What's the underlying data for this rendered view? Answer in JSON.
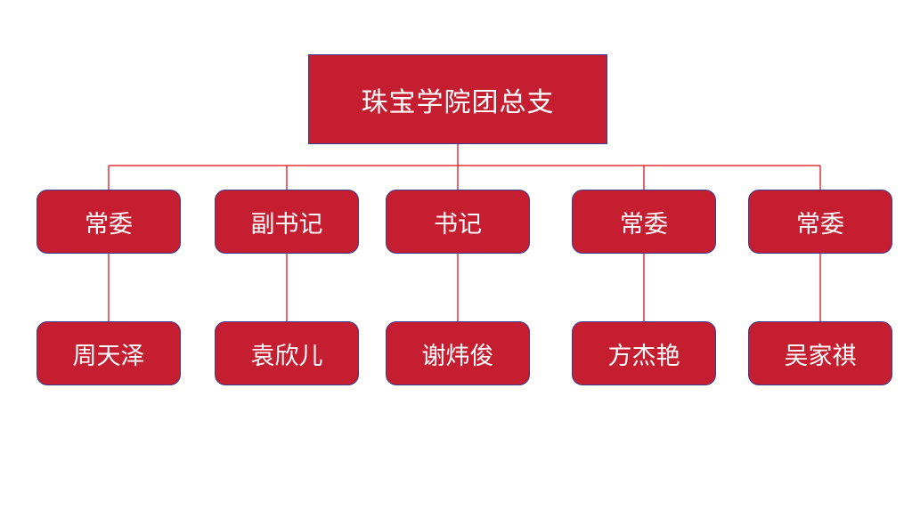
{
  "root": {
    "label": "珠宝学院团总支"
  },
  "columns": [
    {
      "role": "常委",
      "person": "周天泽"
    },
    {
      "role": "副书记",
      "person": "袁欣儿"
    },
    {
      "role": "书记",
      "person": "谢炜俊"
    },
    {
      "role": "常委",
      "person": "方杰艳"
    },
    {
      "role": "常委",
      "person": "吴家祺"
    }
  ],
  "colors": {
    "node_fill": "#c41e30",
    "node_border": "#3b3f8f",
    "connector": "#e0323a",
    "text": "#ffffff"
  }
}
